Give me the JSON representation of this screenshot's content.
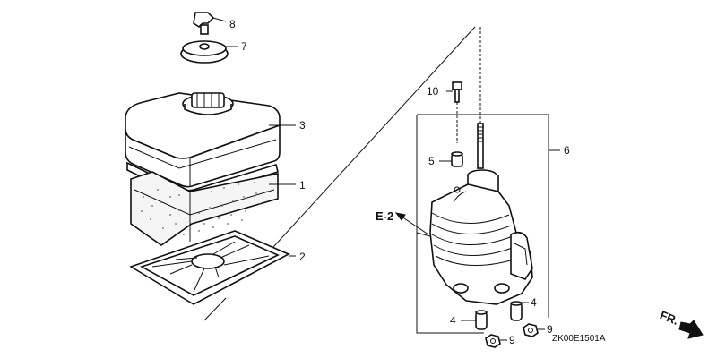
{
  "callouts": {
    "c1": "1",
    "c2": "2",
    "c3": "3",
    "c4a": "4",
    "c4b": "4",
    "c5": "5",
    "c6": "6",
    "c7": "7",
    "c8": "8",
    "c9a": "9",
    "c9b": "9",
    "c10": "10"
  },
  "reference": "E-2",
  "diagram_code": "ZK00E1501A",
  "direction_label": "FR."
}
